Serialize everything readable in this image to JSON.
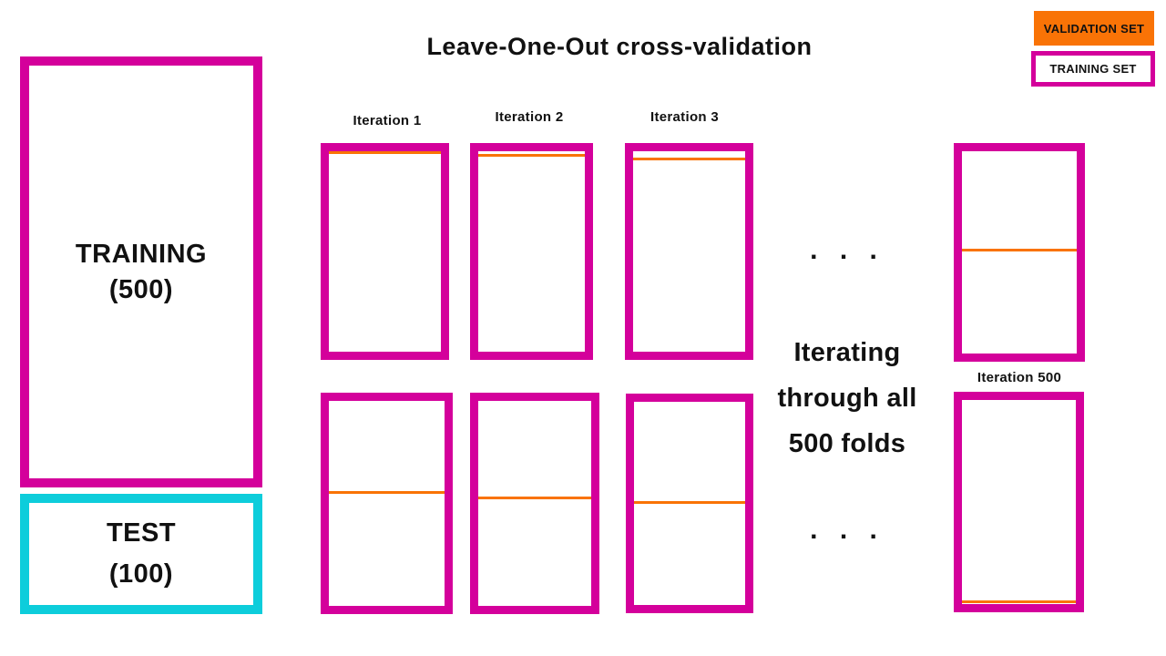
{
  "title": "Leave-One-Out cross-validation",
  "colors": {
    "magenta": "#D4009B",
    "cyan": "#0DCDDB",
    "orange": "#F97306",
    "text": "#111111",
    "background": "#FFFFFF"
  },
  "legend": {
    "validation_label": "VALIDATION SET",
    "training_label": "TRAINING SET"
  },
  "left_panel": {
    "training": {
      "line1": "TRAINING",
      "line2": "(500)"
    },
    "test": {
      "line1": "TEST",
      "line2": "(100)"
    }
  },
  "iteration_labels": {
    "it1": "Iteration 1",
    "it2": "Iteration 2",
    "it3": "Iteration 3",
    "it500": "Iteration 500"
  },
  "folds": [
    {
      "name": "iteration-1",
      "row": "top",
      "line_top": "0%"
    },
    {
      "name": "iteration-2",
      "row": "top",
      "line_top": "1.5%"
    },
    {
      "name": "iteration-3",
      "row": "top",
      "line_top": "3%"
    },
    {
      "name": "iteration-mid",
      "row": "top",
      "line_top": "48%"
    },
    {
      "name": "iteration-early-b1",
      "row": "bottom",
      "line_top": "44%"
    },
    {
      "name": "iteration-early-b2",
      "row": "bottom",
      "line_top": "46.5%"
    },
    {
      "name": "iteration-early-b3",
      "row": "bottom",
      "line_top": "49%"
    },
    {
      "name": "iteration-500",
      "row": "bottom",
      "line_top": "98.2%"
    }
  ],
  "ellipsis_top": ". . .",
  "ellipsis_bottom": ". . .",
  "center_note": {
    "line1": "Iterating",
    "line2": "through all",
    "line3": "500 folds"
  }
}
